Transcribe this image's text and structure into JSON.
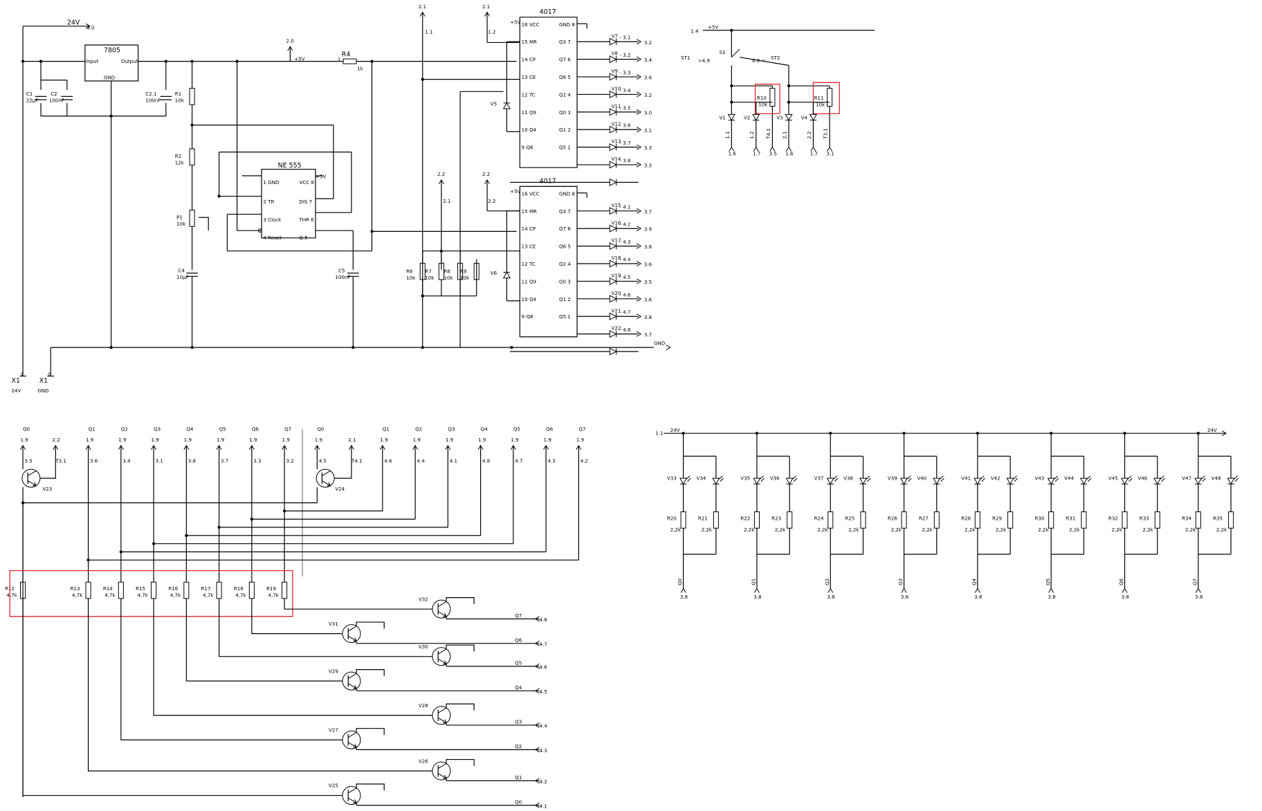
{
  "top_left": {
    "labels_24v": [
      "24V",
      "4.0"
    ],
    "regulator": {
      "name": "7805",
      "pins": [
        "Input",
        "Output",
        "GND"
      ]
    },
    "caps": [
      {
        "name": "C1",
        "value": "22µF"
      },
      {
        "name": "C2",
        "value": "100nF"
      },
      {
        "name": "C2.1",
        "value": "100nF"
      },
      {
        "name": "C4",
        "value": "10µF"
      },
      {
        "name": "C5",
        "value": "100nF"
      }
    ],
    "resistors": [
      {
        "name": "R1",
        "value": "10k"
      },
      {
        "name": "R2",
        "value": "12k"
      },
      {
        "name": "R4",
        "value": "1k",
        "prefix": "1"
      },
      {
        "name": "R6",
        "value": "10k"
      },
      {
        "name": "R7",
        "value": "10k"
      },
      {
        "name": "R8",
        "value": "10k"
      },
      {
        "name": "R9",
        "value": "10k"
      }
    ],
    "pot": {
      "name": "P1",
      "value": "10k"
    },
    "plus5v": "+5V",
    "net_2_0": "2.0",
    "ne555": {
      "title": "NE 555",
      "pins_left": [
        "1 GND",
        "2 TR",
        "3 Clock",
        "4 Reset"
      ],
      "pins_right": [
        "VCC 8",
        "DIS 7",
        "THR 6",
        "Q 5"
      ],
      "vcc_label": "+5V"
    },
    "connectors": [
      {
        "name": "X1",
        "pin": "1",
        "label": "24V"
      },
      {
        "name": "X1",
        "pin": "2",
        "label": "GND"
      }
    ],
    "gnd": "GND",
    "ic1": {
      "title": "4017",
      "top_nets": [
        "2.1",
        "2.1",
        "1.1",
        "1.2"
      ],
      "vcc": "+5V",
      "pins_left": [
        "16 VCC",
        "15 MR",
        "14 CP",
        "13 CE",
        "12 TC",
        "11 Q9",
        "10 Q4",
        "9 Q8"
      ],
      "pins_right": [
        "GND 8",
        "Q3 7",
        "Q7 6",
        "Q6 5",
        "Q2 4",
        "Q0 3",
        "Q1 2",
        "Q5 1"
      ],
      "diode": "V5",
      "leds": [
        {
          "name": "V7",
          "net": "3.1",
          "out": "3.2"
        },
        {
          "name": "V8",
          "net": "3.2",
          "out": "3.4"
        },
        {
          "name": "V9",
          "net": "3.3",
          "out": "3.6"
        },
        {
          "name": "V10",
          "net": "3.4",
          "out": "3.2"
        },
        {
          "name": "V11",
          "net": "3.5",
          "out": "3.0"
        },
        {
          "name": "V12",
          "net": "3.6",
          "out": "3.1"
        },
        {
          "name": "V13",
          "net": "3.7",
          "out": "3.3"
        },
        {
          "name": "V14",
          "net": "3.8",
          "out": "3.3"
        }
      ]
    },
    "ic2": {
      "title": "4017",
      "top_nets": [
        "2.2",
        "2.2",
        "2.1",
        "2.2"
      ],
      "vcc": "+5V",
      "pins_left": [
        "16 VCC",
        "15 MR",
        "14 CP",
        "13 CE",
        "12 TC",
        "11 Q9",
        "10 Q4",
        "9 Q8"
      ],
      "pins_right": [
        "GND 8",
        "Q3 7",
        "Q7 6",
        "Q6 5",
        "Q2 4",
        "Q0 3",
        "Q1 2",
        "Q5 1"
      ],
      "diode": "V6",
      "leds": [
        {
          "name": "V15",
          "net": "4.1",
          "out": "3.7"
        },
        {
          "name": "V16",
          "net": "4.2",
          "out": "3.9"
        },
        {
          "name": "V17",
          "net": "4.3",
          "out": "3.8"
        },
        {
          "name": "V18",
          "net": "4.4",
          "out": "3.6"
        },
        {
          "name": "V19",
          "net": "4.5",
          "out": "3.5"
        },
        {
          "name": "V20",
          "net": "4.6",
          "out": "3.6"
        },
        {
          "name": "V21",
          "net": "4.7",
          "out": "3.8"
        },
        {
          "name": "V22",
          "net": "4.8",
          "out": "3.7"
        }
      ]
    }
  },
  "top_right": {
    "net_in": "1.4",
    "plus5v": "+5V",
    "st1": "ST1",
    "st1_net": "4.9",
    "s1": "S1",
    "st2": "ST2",
    "st2_net": "4.0",
    "r10": {
      "name": "R10",
      "value": "10k"
    },
    "r11": {
      "name": "R11",
      "value": "10k"
    },
    "diodes": [
      "V1",
      "V2",
      "V3",
      "V4"
    ],
    "bottom_nets": [
      "1.6",
      "1.7",
      "3.5",
      "1.6",
      "1.7",
      "3.1"
    ],
    "rot_labels": [
      "1.1",
      "1.2",
      "T4.1",
      "2.1",
      "2.2",
      "T3.1"
    ]
  },
  "bottom_left": {
    "columns_left": [
      {
        "q": "Q0",
        "top": "1.9",
        "net": "3.5"
      },
      {
        "q": "Q1",
        "top": "1.9",
        "net": "3.6"
      },
      {
        "q": "Q2",
        "top": "1.9",
        "net": "3.4"
      },
      {
        "q": "Q3",
        "top": "1.9",
        "net": "3.1"
      },
      {
        "q": "Q4",
        "top": "1.9",
        "net": "3.8"
      },
      {
        "q": "Q5",
        "top": "1.9",
        "net": "3.7"
      },
      {
        "q": "Q6",
        "top": "1.9",
        "net": "3.3"
      },
      {
        "q": "Q7",
        "top": "1.9",
        "net": "3.2"
      }
    ],
    "extra_left": {
      "top": "2.2",
      "net": "T3.1"
    },
    "columns_right": [
      {
        "q": "Q0",
        "top": "1.9",
        "net": "4.5"
      },
      {
        "q": "Q1",
        "top": "1.9",
        "net": "4.6"
      },
      {
        "q": "Q2",
        "top": "1.9",
        "net": "4.4"
      },
      {
        "q": "Q3",
        "top": "1.9",
        "net": "4.1"
      },
      {
        "q": "Q4",
        "top": "1.9",
        "net": "4.8"
      },
      {
        "q": "Q5",
        "top": "1.9",
        "net": "4.7"
      },
      {
        "q": "Q6",
        "top": "1.9",
        "net": "4.3"
      },
      {
        "q": "Q7",
        "top": "1.9",
        "net": "4.2"
      }
    ],
    "extra_right": {
      "top": "2.1",
      "net": "T4.1"
    },
    "transistors_top": [
      "V23",
      "V24"
    ],
    "resistors": [
      {
        "name": "R12",
        "value": "4,7k"
      },
      {
        "name": "R13",
        "value": "4,7k"
      },
      {
        "name": "R14",
        "value": "4,7k"
      },
      {
        "name": "R15",
        "value": "4,7k"
      },
      {
        "name": "R16",
        "value": "4,7k"
      },
      {
        "name": "R17",
        "value": "4,7k"
      },
      {
        "name": "R18",
        "value": "4,7k"
      },
      {
        "name": "R19",
        "value": "4,7k"
      }
    ],
    "out_transistors": [
      {
        "name": "V32",
        "q": "Q7",
        "net": "4.8"
      },
      {
        "name": "V31",
        "q": "Q6",
        "net": "4.7"
      },
      {
        "name": "V30",
        "q": "Q5",
        "net": "4.6"
      },
      {
        "name": "V29",
        "q": "Q4",
        "net": "4.5"
      },
      {
        "name": "V28",
        "q": "Q3",
        "net": "4.4"
      },
      {
        "name": "V27",
        "q": "Q2",
        "net": "4.3"
      },
      {
        "name": "V26",
        "q": "Q1",
        "net": "4.2"
      },
      {
        "name": "V25",
        "q": "Q0",
        "net": "4.1"
      }
    ]
  },
  "bottom_right": {
    "net_left": "1.1",
    "label_24v": "24V",
    "groups": [
      {
        "leds": [
          "V33",
          "V34"
        ],
        "res": [
          "R20",
          "R21"
        ],
        "q": "Q0",
        "net": "3.8"
      },
      {
        "leds": [
          "V35",
          "V36"
        ],
        "res": [
          "R22",
          "R23"
        ],
        "q": "Q1",
        "net": "3.8"
      },
      {
        "leds": [
          "V37",
          "V38"
        ],
        "res": [
          "R24",
          "R25"
        ],
        "q": "Q2",
        "net": "3.8"
      },
      {
        "leds": [
          "V39",
          "V40"
        ],
        "res": [
          "R26",
          "R27"
        ],
        "q": "Q3",
        "net": "3.8"
      },
      {
        "leds": [
          "V41",
          "V42"
        ],
        "res": [
          "R28",
          "R29"
        ],
        "q": "Q4",
        "net": "3.8"
      },
      {
        "leds": [
          "V43",
          "V44"
        ],
        "res": [
          "R30",
          "R31"
        ],
        "q": "Q5",
        "net": "3.8"
      },
      {
        "leds": [
          "V45",
          "V46"
        ],
        "res": [
          "R32",
          "R33"
        ],
        "q": "Q6",
        "net": "3.8"
      },
      {
        "leds": [
          "V47",
          "V48"
        ],
        "res": [
          "R34",
          "R35"
        ],
        "q": "Q7",
        "net": "3.8"
      }
    ],
    "res_value": "2,2k"
  }
}
